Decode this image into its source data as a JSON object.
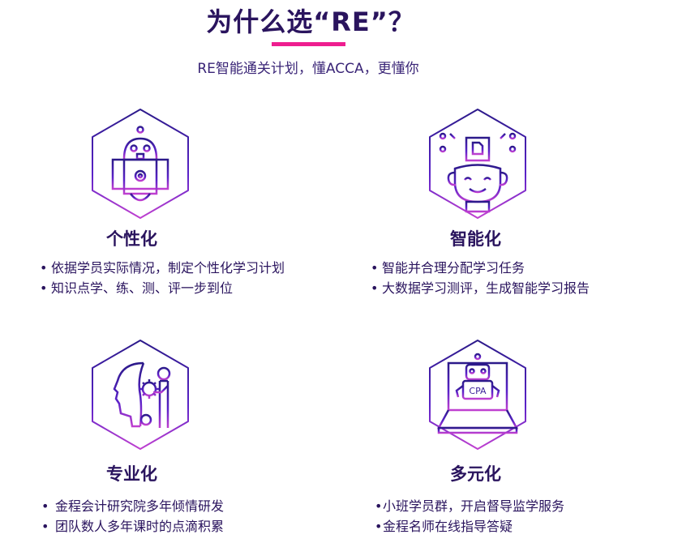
{
  "header": {
    "title": "为什么选“RE”？",
    "subtitle": "RE智能通关计划，懂ACCA，更懂你",
    "accent_color": "#ee1d8f",
    "text_color": "#2a145e"
  },
  "features": [
    {
      "title": "个性化",
      "icon": "robot-icon",
      "bullets": [
        "依据学员实际情况，制定个性化学习计划",
        "知识点学、练、测、评一步到位"
      ]
    },
    {
      "title": "智能化",
      "icon": "ai-head-chip-icon",
      "bullets": [
        "智能并合理分配学习任务",
        "大数据学习测评，生成智能学习报告"
      ]
    },
    {
      "title": "专业化",
      "icon": "thinking-head-gear-icon",
      "bullets": [
        "金程会计研究院多年倾情研发",
        "团队数人多年课时的点滴积累"
      ]
    },
    {
      "title": "多元化",
      "icon": "laptop-robot-icon",
      "bullets": [
        "小班学员群，开启督导监学服务",
        "金程名师在线指导答疑"
      ],
      "icon_label": "CPA"
    }
  ],
  "bullet_glyph": "•"
}
